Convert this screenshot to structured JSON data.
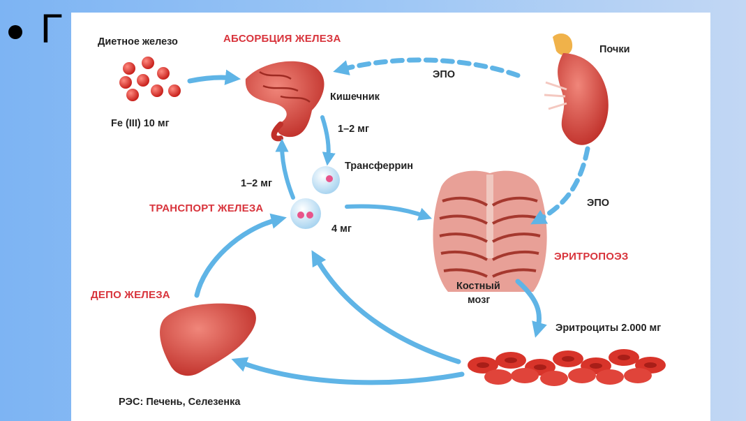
{
  "slide": {
    "bullet_text": "Г                                                          ия"
  },
  "diagram": {
    "title_absorption": "АБСОРБЦИЯ ЖЕЛЕЗА",
    "title_transport": "ТРАНСПОРТ ЖЕЛЕЗА",
    "title_depot": "ДЕПО ЖЕЛЕЗА",
    "title_erythropoiesis": "ЭРИТРОПОЭЗ",
    "label_dietary_iron": "Диетное железо",
    "label_fe": "Fe (III) 10 мг",
    "label_intestine": "Кишечник",
    "label_abs_amount": "1–2 мг",
    "label_transferrin": "Трансферрин",
    "label_loss_amount": "1–2 мг",
    "label_transport_amount": "4 мг",
    "label_kidneys": "Почки",
    "label_epo_top": "ЭПО",
    "label_epo_right": "ЭПО",
    "label_marrow_1": "Костный",
    "label_marrow_2": "мозг",
    "label_erythrocytes": "Эритроциты 2.000 мг",
    "label_res": "РЭС: Печень, Селезенка"
  },
  "colors": {
    "arrow_blue": "#5fb4e6",
    "title_red": "#d8343c",
    "organ_red": "#d9453c"
  }
}
